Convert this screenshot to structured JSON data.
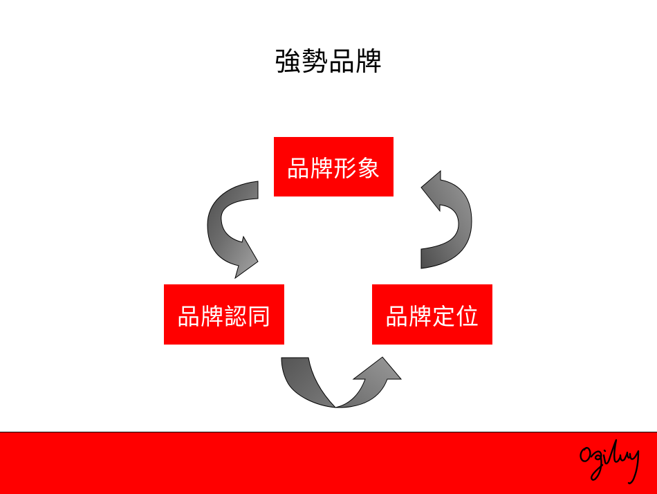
{
  "title": "強勢品牌",
  "nodes": {
    "brand_image": "品牌形象",
    "brand_identity": "品牌認同",
    "brand_positioning": "品牌定位"
  },
  "footer": {
    "logo": "Ogilvy",
    "color": "#ff0000"
  },
  "colors": {
    "box": "#ff0000",
    "arrow_dark": "#595959",
    "arrow_light": "#8c8c8c"
  }
}
